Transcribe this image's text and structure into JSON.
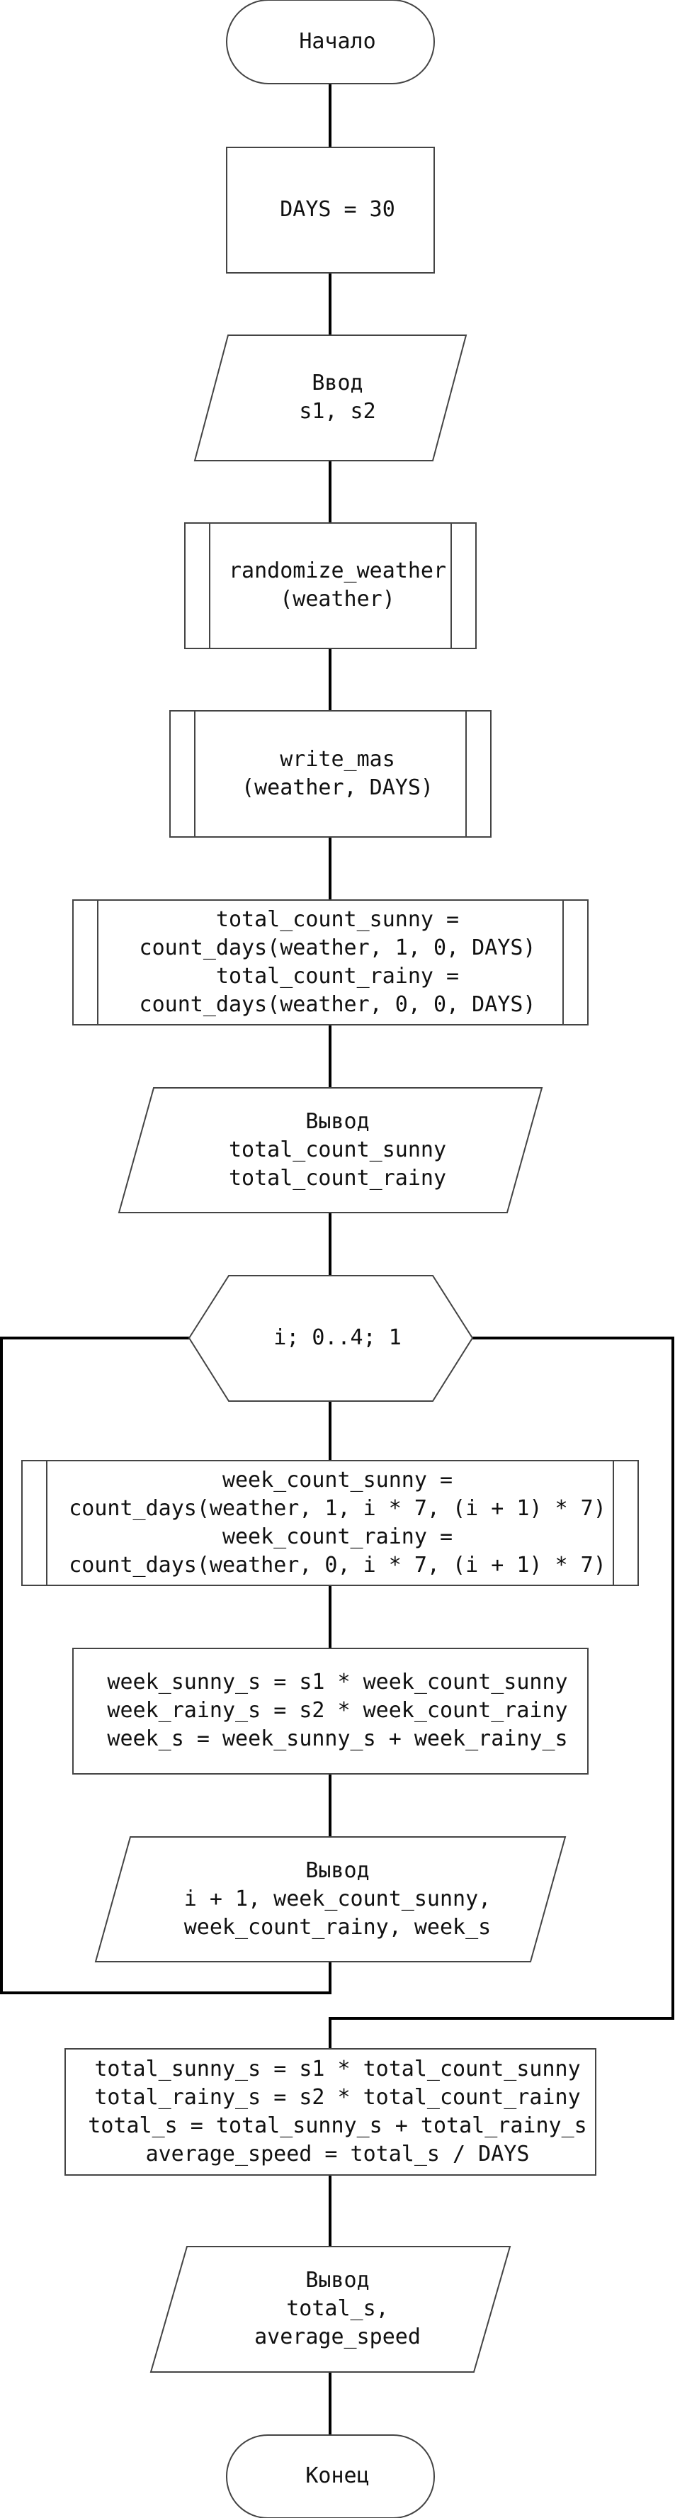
{
  "diagram": {
    "start": {
      "text": "Начало"
    },
    "days_const": {
      "text": "DAYS = 30"
    },
    "input": {
      "lines": [
        "Ввод",
        "s1, s2"
      ]
    },
    "randomize": {
      "lines": [
        "randomize_weather",
        "(weather)"
      ]
    },
    "write_mas": {
      "lines": [
        "write_mas",
        "(weather, DAYS)"
      ]
    },
    "count_totals": {
      "lines": [
        "total_count_sunny =",
        "count_days(weather, 1, 0, DAYS)",
        "total_count_rainy =",
        "count_days(weather, 0, 0, DAYS)"
      ]
    },
    "output_totals": {
      "lines": [
        "Вывод",
        "total_count_sunny",
        "total_count_rainy"
      ]
    },
    "loop": {
      "text": "i; 0..4; 1"
    },
    "week_count": {
      "lines": [
        "week_count_sunny =",
        "count_days(weather, 1, i * 7, (i + 1) * 7)",
        "week_count_rainy =",
        "count_days(weather, 0, i * 7, (i + 1) * 7)"
      ]
    },
    "week_calc": {
      "lines": [
        "week_sunny_s = s1 * week_count_sunny",
        "week_rainy_s = s2 * week_count_rainy",
        "week_s = week_sunny_s + week_rainy_s"
      ]
    },
    "output_week": {
      "lines": [
        "Вывод",
        "i + 1, week_count_sunny,",
        "week_count_rainy, week_s"
      ]
    },
    "total_calc": {
      "lines": [
        "total_sunny_s = s1 * total_count_sunny",
        "total_rainy_s = s2 * total_count_rainy",
        "total_s = total_sunny_s + total_rainy_s",
        "average_speed = total_s / DAYS"
      ]
    },
    "output_final": {
      "lines": [
        "Вывод",
        "total_s,",
        "average_speed"
      ]
    },
    "end": {
      "text": "Конец"
    }
  }
}
